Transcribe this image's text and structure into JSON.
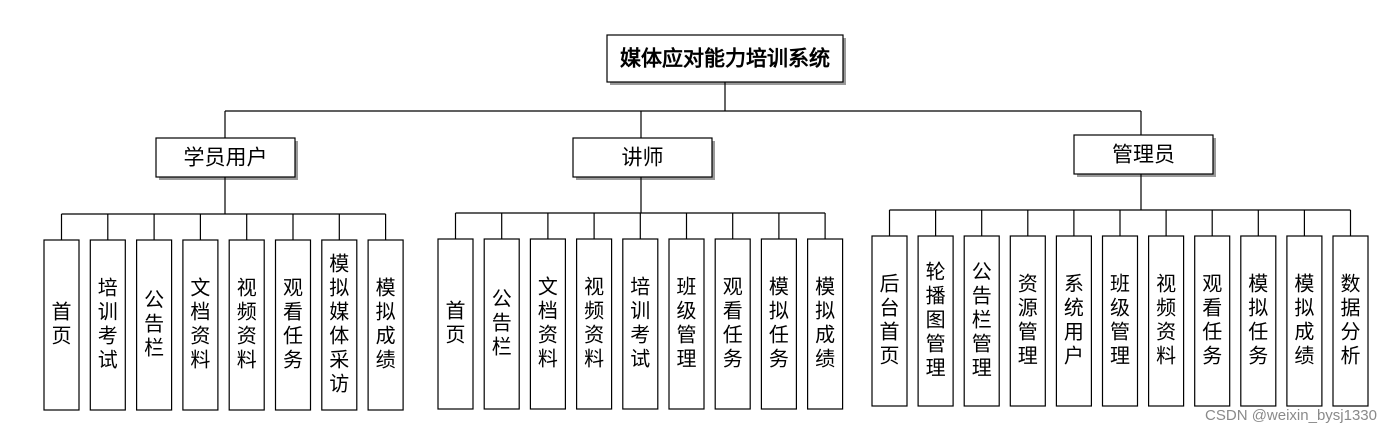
{
  "diagram": {
    "root": {
      "label": "媒体应对能力培训系统"
    },
    "roles": [
      {
        "label": "学员用户",
        "children": [
          "首页",
          "培训考试",
          "公告栏",
          "文档资料",
          "视频资料",
          "观看任务",
          "模拟媒体采访",
          "模拟成绩"
        ]
      },
      {
        "label": "讲师",
        "children": [
          "首页",
          "公告栏",
          "文档资料",
          "视频资料",
          "培训考试",
          "班级管理",
          "观看任务",
          "模拟任务",
          "模拟成绩"
        ]
      },
      {
        "label": "管理员",
        "children": [
          "后台首页",
          "轮播图管理",
          "公告栏管理",
          "资源管理",
          "系统用户",
          "班级管理",
          "视频资料",
          "观看任务",
          "模拟任务",
          "模拟成绩",
          "数据分析"
        ]
      }
    ]
  },
  "watermark": "CSDN @weixin_bysj1330"
}
